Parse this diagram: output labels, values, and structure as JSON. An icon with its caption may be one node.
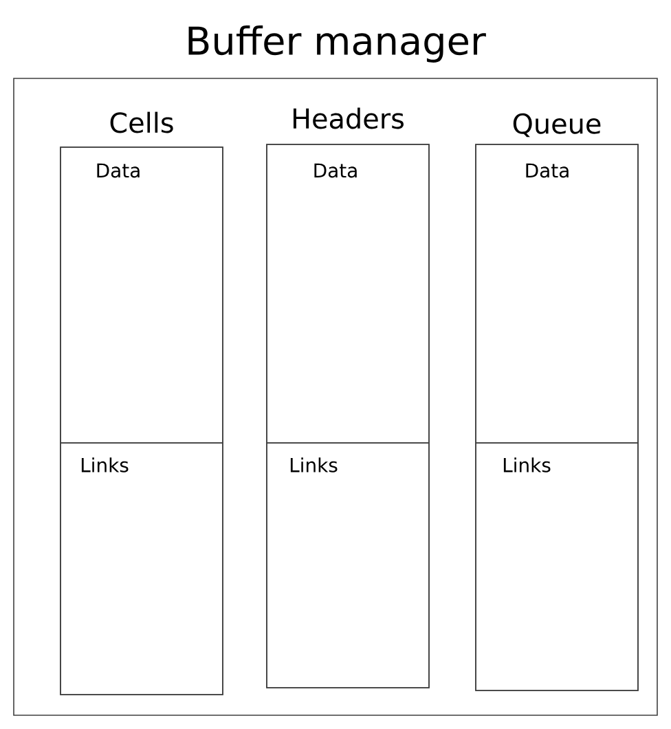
{
  "diagram": {
    "nodes": [
      {
        "text": [
          "Buffer manager"
        ]
      },
      {
        "text": [
          "Cells"
        ],
        "in": 0
      },
      {
        "text": [
          "Data"
        ],
        "in": 1
      },
      {
        "text": [
          "Links"
        ],
        "in": 1
      },
      {
        "text": [
          "Headers"
        ],
        "in": 0
      },
      {
        "text": [
          "Data"
        ],
        "in": 4
      },
      {
        "text": [
          "Links"
        ],
        "in": 4
      },
      {
        "text": [
          "Queue"
        ],
        "in": 0
      },
      {
        "text": [
          "Data"
        ],
        "in": 7
      },
      {
        "text": [
          "Links"
        ],
        "in": 7
      }
    ]
  }
}
